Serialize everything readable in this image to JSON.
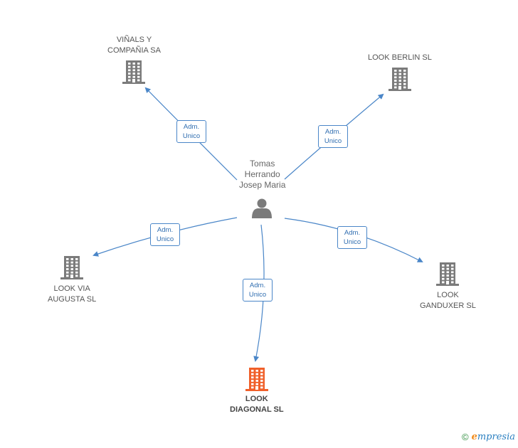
{
  "colors": {
    "edge": "#4a86c8",
    "building": "#7b7b7b",
    "building_focus": "#f0602a",
    "person": "#7b7b7b"
  },
  "person": {
    "lines": [
      "Tomas",
      "Herrando",
      "Josep Maria"
    ],
    "icon": "person-icon"
  },
  "companies": [
    {
      "id": "vinals",
      "lines": [
        "VIÑALS Y",
        "COMPAÑIA SA"
      ],
      "icon": "building-icon",
      "focus": false
    },
    {
      "id": "berlin",
      "lines": [
        "LOOK BERLIN SL"
      ],
      "icon": "building-icon",
      "focus": false
    },
    {
      "id": "via-augusta",
      "lines": [
        "LOOK VIA",
        "AUGUSTA SL"
      ],
      "icon": "building-icon",
      "focus": false
    },
    {
      "id": "ganduxer",
      "lines": [
        "LOOK",
        "GANDUXER SL"
      ],
      "icon": "building-icon",
      "focus": false
    },
    {
      "id": "diagonal",
      "lines": [
        "LOOK",
        "DIAGONAL SL"
      ],
      "icon": "building-icon",
      "focus": true
    }
  ],
  "edges": [
    {
      "target": "vinals",
      "lines": [
        "Adm.",
        "Unico"
      ]
    },
    {
      "target": "berlin",
      "lines": [
        "Adm.",
        "Unico"
      ]
    },
    {
      "target": "via-augusta",
      "lines": [
        "Adm.",
        "Unico"
      ]
    },
    {
      "target": "ganduxer",
      "lines": [
        "Adm.",
        "Unico"
      ]
    },
    {
      "target": "diagonal",
      "lines": [
        "Adm.",
        "Unico"
      ]
    }
  ],
  "footer": {
    "copyright": "©",
    "brand_first": "e",
    "brand_rest": "mpresia"
  }
}
